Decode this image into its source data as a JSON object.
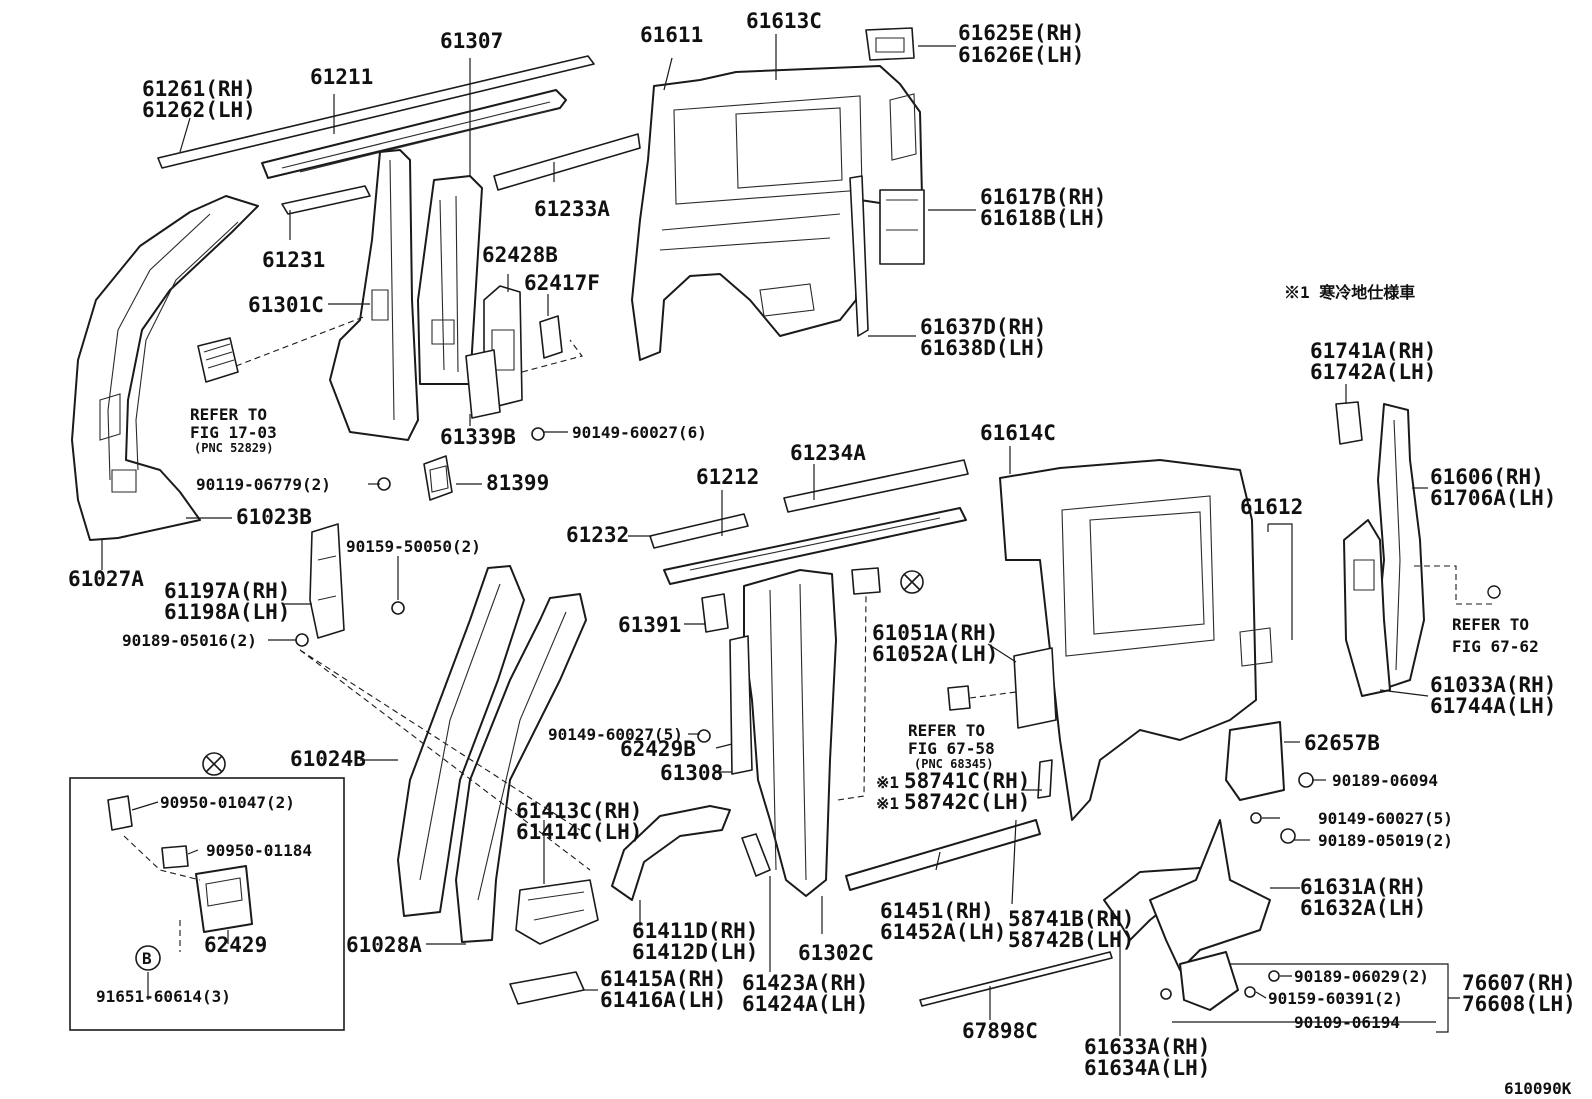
{
  "callouts": {
    "p61261_rh": "61261(RH)",
    "p61262_lh": "61262(LH)",
    "p61211": "61211",
    "p61307": "61307",
    "p61611": "61611",
    "p61613c": "61613C",
    "p61625e_rh": "61625E(RH)",
    "p61626e_lh": "61626E(LH)",
    "p61231": "61231",
    "p61233a": "61233A",
    "p61617b_rh": "61617B(RH)",
    "p61618b_lh": "61618B(LH)",
    "p62428b": "62428B",
    "p62417f": "62417F",
    "p61301c": "61301C",
    "p61637d_rh": "61637D(RH)",
    "p61638d_lh": "61638D(LH)",
    "p61741a_rh": "61741A(RH)",
    "p61742a_lh": "61742A(LH)",
    "p61339b": "61339B",
    "p90149_60027_6": "90149-60027(6)",
    "p61614c": "61614C",
    "p61234a": "61234A",
    "p90119_06779_2": "90119-06779(2)",
    "p81399": "81399",
    "p61212": "61212",
    "p61023b": "61023B",
    "p61606_rh": "61606(RH)",
    "p61706a_lh": "61706A(LH)",
    "p61612": "61612",
    "p61232": "61232",
    "p61027a": "61027A",
    "p90159_50050_2": "90159-50050(2)",
    "p61197a_rh": "61197A(RH)",
    "p61198a_lh": "61198A(LH)",
    "p61391": "61391",
    "p61051a_rh": "61051A(RH)",
    "p61052a_lh": "61052A(LH)",
    "p90189_05016_2": "90189-05016(2)",
    "p61033a_rh": "61033A(RH)",
    "p61744a_lh": "61744A(LH)",
    "p90149_60027_5a": "90149-60027(5)",
    "p62429b": "62429B",
    "p62657b": "62657B",
    "p61024b": "61024B",
    "p61308": "61308",
    "p58741c_rh": "58741C(RH)",
    "p58742c_lh": "58742C(LH)",
    "p90189_06094": "90189-06094",
    "p61413c_rh": "61413C(RH)",
    "p61414c_lh": "61414C(LH)",
    "p90149_60027_5b": "90149-60027(5)",
    "p90189_05019_2": "90189-05019(2)",
    "p90950_01047_2": "90950-01047(2)",
    "p90950_01184": "90950-01184",
    "p61451_rh": "61451(RH)",
    "p61452a_lh": "61452A(LH)",
    "p58741b_rh": "58741B(RH)",
    "p58742b_lh": "58742B(LH)",
    "p61631a_rh": "61631A(RH)",
    "p61632a_lh": "61632A(LH)",
    "p61411d_rh": "61411D(RH)",
    "p61412d_lh": "61412D(LH)",
    "p61028a": "61028A",
    "p61302c": "61302C",
    "p62429": "62429",
    "p61423a_rh": "61423A(RH)",
    "p61424a_lh": "61424A(LH)",
    "p90189_06029_2": "90189-06029(2)",
    "p90159_60391_2": "90159-60391(2)",
    "p76607_rh": "76607(RH)",
    "p76608_lh": "76608(LH)",
    "p61415a_rh": "61415A(RH)",
    "p61416a_lh": "61416A(LH)",
    "p91651_60614_3": "91651-60614(3)",
    "p90109_06194": "90109-06194",
    "p67898c": "67898C",
    "p61633a_rh": "61633A(RH)",
    "p61634a_lh": "61634A(LH)"
  },
  "refs": {
    "fig17_line1": "REFER TO",
    "fig17_line2": "FIG 17-03",
    "fig17_line3": "(PNC 52829)",
    "fig67_58_line1": "REFER TO",
    "fig67_58_line2": "FIG 67-58",
    "fig67_58_line3": "(PNC 68345)",
    "fig67_62_line1": "REFER TO",
    "fig67_62_line2": "FIG 67-62"
  },
  "notes": {
    "cold_region_note": "※1 寒冷地仕様車",
    "mark_1a": "※1",
    "mark_1b": "※1",
    "circle_b": "B",
    "figure_code": "610090K"
  }
}
